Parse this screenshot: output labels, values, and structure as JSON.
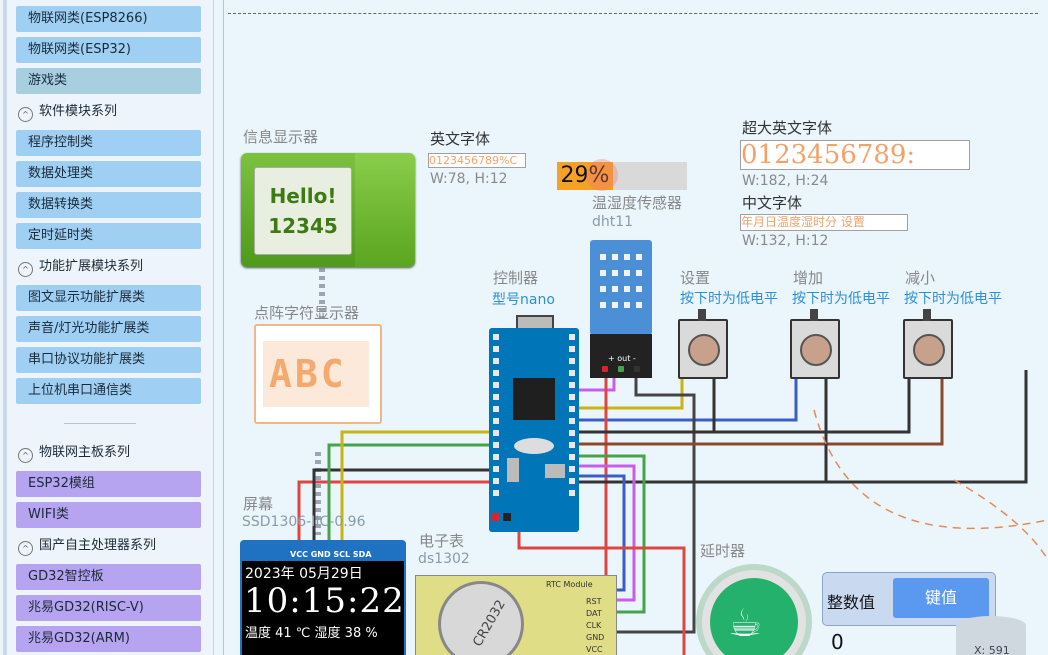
{
  "sidebar": {
    "items": [
      {
        "label": "物联网类(ESP8266)",
        "kind": "blue"
      },
      {
        "label": "物联网类(ESP32)",
        "kind": "blue"
      },
      {
        "label": "游戏类",
        "kind": "sel"
      },
      {
        "label": "软件模块系列",
        "kind": "section"
      },
      {
        "label": "程序控制类",
        "kind": "blue"
      },
      {
        "label": "数据处理类",
        "kind": "blue"
      },
      {
        "label": "数据转换类",
        "kind": "blue"
      },
      {
        "label": "定时延时类",
        "kind": "blue"
      },
      {
        "label": "功能扩展模块系列",
        "kind": "section"
      },
      {
        "label": "图文显示功能扩展类",
        "kind": "blue"
      },
      {
        "label": "声音/灯光功能扩展类",
        "kind": "blue"
      },
      {
        "label": "串口协议功能扩展类",
        "kind": "blue"
      },
      {
        "label": "上位机串口通信类",
        "kind": "blue"
      },
      {
        "label": "物联网主板系列",
        "kind": "section"
      },
      {
        "label": "ESP32模组",
        "kind": "purple"
      },
      {
        "label": "WIFI类",
        "kind": "purple"
      },
      {
        "label": "国产自主处理器系列",
        "kind": "section"
      },
      {
        "label": "GD32智控板",
        "kind": "purple"
      },
      {
        "label": "兆易GD32(RISC-V)",
        "kind": "purple"
      },
      {
        "label": "兆易GD32(ARM)",
        "kind": "purple"
      }
    ]
  },
  "canvas": {
    "info_display": {
      "label": "信息显示器",
      "line1": "Hello!",
      "line2": "12345"
    },
    "dot_matrix": {
      "label": "点阵字符显示器",
      "text": "ABC"
    },
    "english_font": {
      "label": "英文字体",
      "sample": "0123456789%C",
      "size": "W:78, H:12"
    },
    "progress_badge": {
      "text": "29%"
    },
    "dht": {
      "label": "温湿度传感器",
      "model": "dht11",
      "out_label": "+ out -"
    },
    "big_font": {
      "label": "超大英文字体",
      "sample": "0123456789:",
      "size": "W:182, H:24"
    },
    "cn_font": {
      "label": "中文字体",
      "sample": "年月日温度湿时分  设置",
      "size": "W:132, H:12"
    },
    "controller": {
      "label": "控制器",
      "model": "型号nano"
    },
    "buttons": [
      {
        "label": "设置",
        "hint": "按下时为低电平"
      },
      {
        "label": "增加",
        "hint": "按下时为低电平"
      },
      {
        "label": "减小",
        "hint": "按下时为低电平"
      }
    ],
    "screen": {
      "label": "屏幕",
      "model": "SSD1306-IIC-0.96",
      "pins": "VCC GND SCL SDA"
    },
    "oled": {
      "date": "2023年 05月29日",
      "time": "10:15:22",
      "temp": "温度 41 ℃ 湿度 38 %"
    },
    "rtc": {
      "label": "电子表",
      "model": "ds1302",
      "chip": "CR2032",
      "module": "RTC Module",
      "pins": [
        "RST",
        "DAT",
        "CLK",
        "GND",
        "VCC"
      ]
    },
    "timer": {
      "label": "延时器"
    },
    "int_widget": {
      "label": "整数值",
      "button": "键值",
      "value": "0"
    },
    "coord": {
      "text": "X: 591"
    }
  },
  "colors": {
    "sidebar_blue": "#9fd0f3",
    "sidebar_purple": "#b7a4f0",
    "canvas_bg": "#eaf6fc",
    "accent_orange": "#f4a269",
    "board_blue": "#0075b8"
  }
}
